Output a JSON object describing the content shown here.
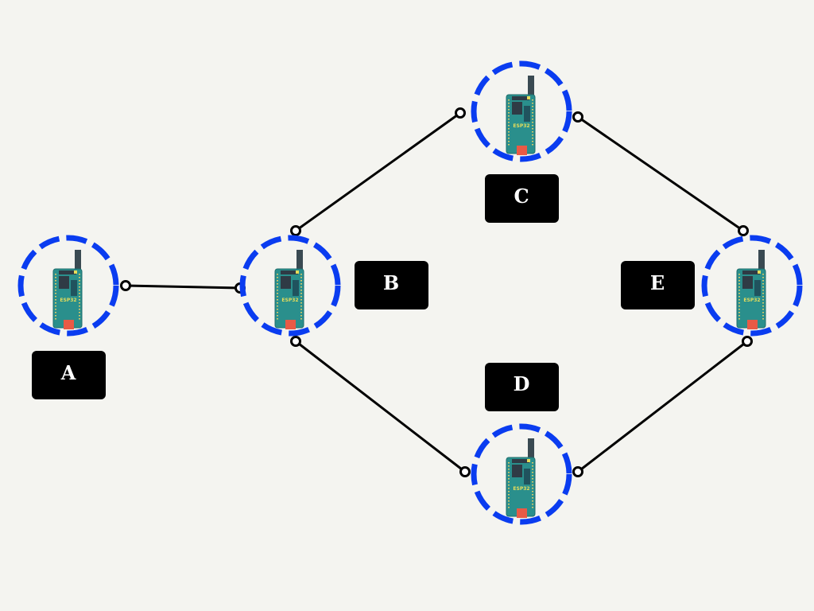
{
  "diagram": {
    "nodes": [
      {
        "id": "a",
        "label": "A",
        "board_text": "ESP32"
      },
      {
        "id": "b",
        "label": "B",
        "board_text": "ESP32"
      },
      {
        "id": "c",
        "label": "C",
        "board_text": "ESP32"
      },
      {
        "id": "d",
        "label": "D",
        "board_text": "ESP32"
      },
      {
        "id": "e",
        "label": "E",
        "board_text": "ESP32"
      }
    ],
    "edges": [
      {
        "from": "A",
        "to": "B"
      },
      {
        "from": "B",
        "to": "C"
      },
      {
        "from": "B",
        "to": "D"
      },
      {
        "from": "C",
        "to": "E"
      },
      {
        "from": "D",
        "to": "E"
      }
    ],
    "colors": {
      "background": "#f4f4f0",
      "ring": "#0a3cf0",
      "board": "#2a8f8c",
      "label_box": "#000000",
      "edge": "#000000"
    }
  }
}
